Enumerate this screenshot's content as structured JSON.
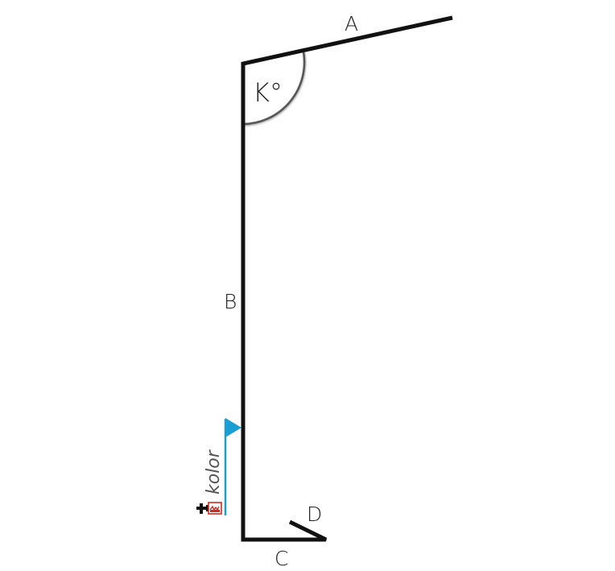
{
  "labels": {
    "a": "A",
    "b": "B",
    "c": "C",
    "d": "D",
    "angle": "K°"
  },
  "color_side": {
    "label": "kolor",
    "flag_color": "#1a9fd4"
  },
  "icons": {
    "brush": "paint-brush-icon"
  }
}
